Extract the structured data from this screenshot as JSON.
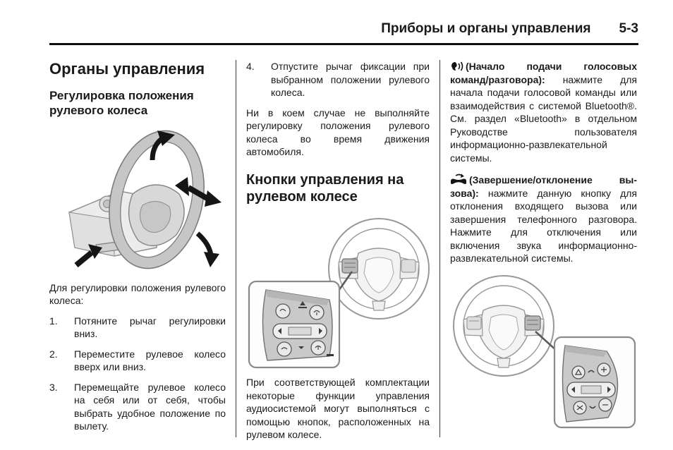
{
  "header": {
    "title": "Приборы и органы управления",
    "page_number": "5-3"
  },
  "col1": {
    "heading": "Органы управления",
    "subheading": "Регулировка положения рулевого колеса",
    "figure_icon": "steering-wheel-tilt-telescope-diagram",
    "intro": "Для регулировки положения руле­вого колеса:",
    "steps": [
      {
        "num": "1.",
        "text": "Потяните рычаг регулировки вниз."
      },
      {
        "num": "2.",
        "text": "Переместите рулевое колесо вверх или вниз."
      },
      {
        "num": "3.",
        "text": "Перемещайте рулевое ко­лесо на себя или от себя, чтобы выбрать удобное по­ложение по вылету."
      }
    ]
  },
  "col2": {
    "step4": {
      "num": "4.",
      "text": "Отпустите рычаг фиксации при выбранном положении рулевого колеса."
    },
    "warning": "Ни в коем случае не выполняйте регулировку положения руле­вого колеса во время движения автомобиля.",
    "heading": "Кнопки управления на рулевом колесе",
    "figure_icon": "steering-wheel-left-button-pad-callout",
    "caption": "При соответствующей комплек­тации некоторые функции управ­ления аудиосистемой могут вы­полняться с помощью кнопок, расположенных на рулевом колесе."
  },
  "col3": {
    "p1": {
      "icon": "voice-command-icon",
      "lead": "(Начало подачи голосовых команд/разговора):",
      "text": "нажмите для начала подачи голосовой команды или взаимодействия с системой Bluetooth®. См. раздел «Bluetooth» в отдельном Руководстве пользо­вателя информационно-развлека­тельной системы."
    },
    "p2": {
      "icon": "end-call-icon",
      "lead": "(Завершение/отклонение вы­зова):",
      "text": "нажмите данную кнопку для отклонения входящего вызова или завершения телефонного раз­говора. Нажмите для отключения или включения звука информаци­онно-развлекательной системы."
    },
    "figure_icon": "steering-wheel-right-button-pad-callout"
  },
  "colors": {
    "text": "#1a1a1a",
    "rule": "#0e0e0e",
    "divider": "#3a3a3a",
    "line_art": "#909090",
    "arrow": "#151515"
  }
}
